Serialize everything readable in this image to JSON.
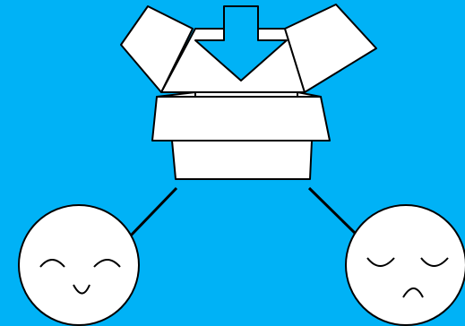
{
  "scene": {
    "background_color": "#00b2f6",
    "outline_color": "#000000",
    "fill_color": "#ffffff",
    "arrow_color": "#00b2f6"
  },
  "box": {
    "icon": "open-cardboard-box-icon",
    "arrow_icon": "down-arrow-icon",
    "arrow_direction": "down"
  },
  "faces": [
    {
      "icon": "happy-face-icon",
      "expression": "happy"
    },
    {
      "icon": "sad-face-icon",
      "expression": "sad"
    }
  ]
}
